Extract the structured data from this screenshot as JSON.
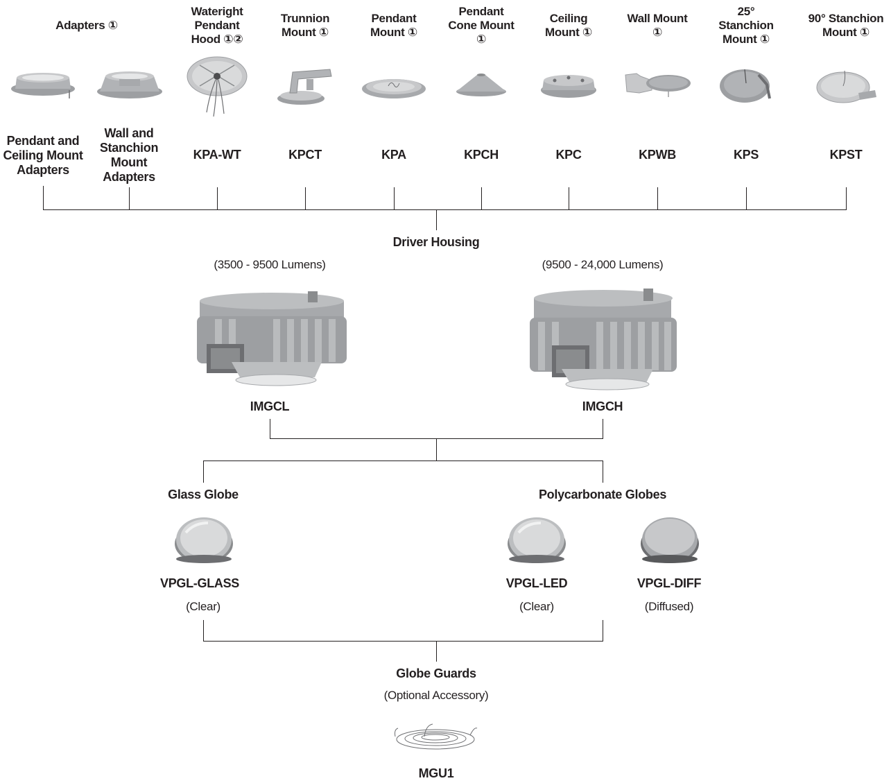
{
  "mounts": [
    {
      "header": [
        "Adapters ①"
      ],
      "code": [
        "Pendant and",
        "Ceiling Mount",
        "Adapters"
      ],
      "icon": "pendant-ceiling-adapter-icon"
    },
    {
      "header": [],
      "code": [
        "Wall and",
        "Stanchion",
        "Mount",
        "Adapters"
      ],
      "icon": "wall-stanchion-adapter-icon"
    },
    {
      "header": [
        "Wateright",
        "Pendant",
        "Hood ①②"
      ],
      "code": [
        "KPA-WT"
      ],
      "icon": "wateright-pendant-hood-icon"
    },
    {
      "header": [
        "Trunnion",
        "Mount ①"
      ],
      "code": [
        "KPCT"
      ],
      "icon": "trunnion-mount-icon"
    },
    {
      "header": [
        "Pendant",
        "Mount ①"
      ],
      "code": [
        "KPA"
      ],
      "icon": "pendant-mount-icon"
    },
    {
      "header": [
        "Pendant",
        "Cone Mount",
        "①"
      ],
      "code": [
        "KPCH"
      ],
      "icon": "pendant-cone-mount-icon"
    },
    {
      "header": [
        "Ceiling",
        "Mount ①"
      ],
      "code": [
        "KPC"
      ],
      "icon": "ceiling-mount-icon"
    },
    {
      "header": [
        "Wall Mount",
        "①"
      ],
      "code": [
        "KPWB"
      ],
      "icon": "wall-mount-icon"
    },
    {
      "header": [
        "25°",
        "Stanchion",
        "Mount ①"
      ],
      "code": [
        "KPS"
      ],
      "icon": "stanchion-25-mount-icon"
    },
    {
      "header": [
        "90° Stanchion",
        "Mount ①"
      ],
      "code": [
        "KPST"
      ],
      "icon": "stanchion-90-mount-icon"
    }
  ],
  "driver_housing": {
    "title": "Driver Housing",
    "low": {
      "range": "(3500 - 9500 Lumens)",
      "code": "IMGCL"
    },
    "high": {
      "range": "(9500 - 24,000 Lumens)",
      "code": "IMGCH"
    }
  },
  "globes": {
    "glass_title": "Glass Globe",
    "poly_title": "Polycarbonate Globes",
    "items": [
      {
        "code": "VPGL-GLASS",
        "finish": "(Clear)",
        "icon": "glass-globe-icon"
      },
      {
        "code": "VPGL-LED",
        "finish": "(Clear)",
        "icon": "clear-poly-globe-icon"
      },
      {
        "code": "VPGL-DIFF",
        "finish": "(Diffused)",
        "icon": "diffused-poly-globe-icon"
      }
    ]
  },
  "guards": {
    "title": "Globe Guards",
    "subtitle": "(Optional Accessory)",
    "code": "MGU1"
  },
  "colors": {
    "line": "#231f20",
    "product_gray": "#a7a9ac",
    "product_dark": "#6d6e71"
  }
}
